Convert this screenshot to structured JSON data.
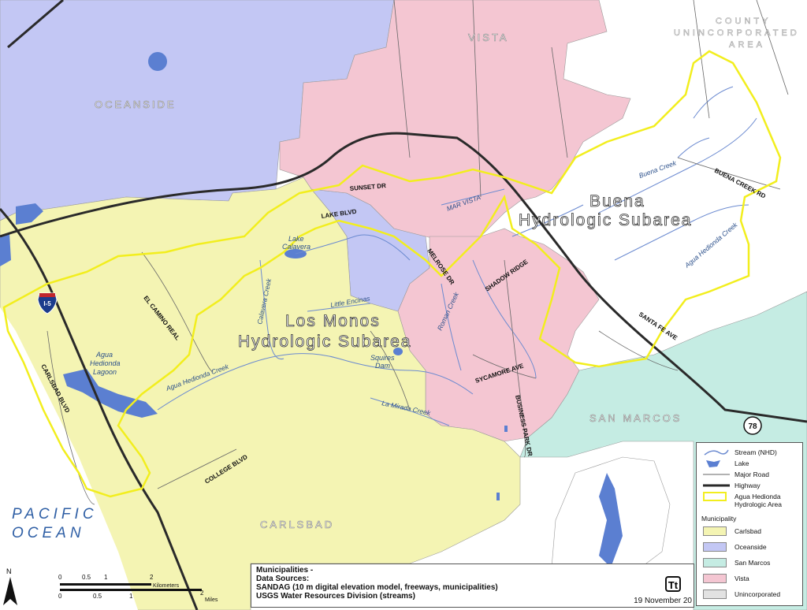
{
  "places": {
    "vista": "VISTA",
    "oceanside": "OCEANSIDE",
    "county_line1": "COUNTY",
    "county_line2": "UNINCORPORATED",
    "county_line3": "AREA",
    "san_marcos": "SAN MARCOS",
    "carlsbad": "CARLSBAD",
    "ocean_line1": "PACIFIC",
    "ocean_line2": "OCEAN"
  },
  "subareas": {
    "buena_line1": "Buena",
    "buena_line2": "Hydrologic Subarea",
    "los_monos_line1": "Los Monos",
    "los_monos_line2": "Hydrologic Subarea"
  },
  "roads": {
    "sunset": "SUNSET DR",
    "lake": "LAKE BLVD",
    "melrose": "MELROSE DR",
    "shadow": "SHADOW RIDGE",
    "el_camino": "EL CAMINO REAL",
    "carlsbad_blvd": "CARLSBAD BLVD",
    "college": "COLLEGE BLVD",
    "sycamore": "SYCAMORE AVE",
    "business": "BUSINESS PARK DR",
    "santa_fe": "SANTA FE AVE",
    "buena_creek_rd": "BUENA CREEK RD",
    "mar_vista": "MAR VISTA"
  },
  "shields": {
    "interstate": "I-5",
    "state": "78"
  },
  "water": {
    "lake_calavera_1": "Lake",
    "lake_calavera_2": "Calavera",
    "calavera_creek": "Calavera Creek",
    "little_encinas": "Little Encinas",
    "agua_lagoon_1": "Agua",
    "agua_lagoon_2": "Hedionda",
    "agua_lagoon_3": "Lagoon",
    "agua_creek": "Agua Hedionda Creek",
    "squires_1": "Squires",
    "squires_2": "Dam",
    "la_mirada": "La Mirada Creek",
    "roman_creek": "Roman Creek",
    "buena_creek": "Buena Creek",
    "agua_creek_east": "Agua Hedionda Creek"
  },
  "legend": {
    "stream": "Stream (NHD)",
    "lake": "Lake",
    "major_road": "Major Road",
    "highway": "Highway",
    "hydro_area_1": "Agua Hedionda",
    "hydro_area_2": "Hydrologic Area",
    "municipality": "Municipality",
    "carlsbad": "Carlsbad",
    "oceanside": "Oceanside",
    "san_marcos": "San Marcos",
    "vista": "Vista",
    "unincorporated": "Unincorporated"
  },
  "colors": {
    "carlsbad": "#f4f4b3",
    "oceanside": "#c3c7f4",
    "san_marcos": "#c5ece3",
    "vista": "#f4c6d2",
    "unincorporated": "#f1f1f7",
    "lake": "#5b7fd1",
    "boundary": "#f2ee1e"
  },
  "info": {
    "line1": "Municipalities -",
    "line2": "Data Sources:",
    "line3": "SANDAG (10 m digital elevation model, freeways, municipalities)",
    "line4": "USGS Water Resources Division (streams)",
    "date": "19 November 20"
  },
  "logo": "Tt",
  "north": "N",
  "scale": {
    "km_0": "0",
    "km_05": "0.5",
    "km_1": "1",
    "km_2": "2",
    "km_unit": "Kilometers",
    "mi_0": "0",
    "mi_05": "0.5",
    "mi_1": "1",
    "mi_2": "2",
    "mi_unit": "Miles"
  }
}
